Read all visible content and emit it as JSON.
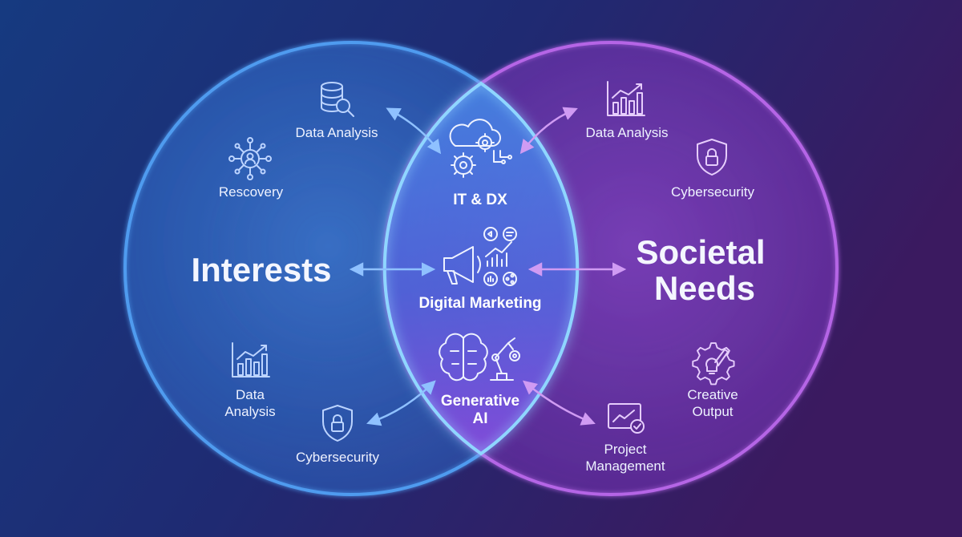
{
  "colors": {
    "left_circle": "#4f9bef",
    "right_circle": "#b565e6",
    "intersection_glow": "#62c6ff",
    "background_left": "#163a80",
    "background_right": "#3b1a60"
  },
  "left_circle": {
    "title": "Interests",
    "items": [
      {
        "label": "Data Analysis",
        "icon": "database-search-icon"
      },
      {
        "label": "Rescovery",
        "icon": "network-user-icon"
      },
      {
        "label_lines": [
          "Data",
          "Analysis"
        ],
        "icon": "bar-chart-icon"
      },
      {
        "label": "Cybersecurity",
        "icon": "shield-lock-icon"
      }
    ]
  },
  "right_circle": {
    "title_lines": [
      "Societal",
      "Needs"
    ],
    "items": [
      {
        "label": "Data Analysis",
        "icon": "bar-chart-icon"
      },
      {
        "label": "Cybersecurity",
        "icon": "shield-lock-icon"
      },
      {
        "label_lines": [
          "Creative",
          "Output"
        ],
        "icon": "gear-brush-icon"
      },
      {
        "label_lines": [
          "Project",
          "Management"
        ],
        "icon": "monitor-check-icon"
      }
    ]
  },
  "intersection": {
    "items": [
      {
        "label": "IT & DX",
        "icon": "cloud-gears-icon"
      },
      {
        "label": "Digital Marketing",
        "icon": "megaphone-analytics-icon"
      },
      {
        "label_lines": [
          "Generative",
          "AI"
        ],
        "icon": "brain-robot-arm-icon"
      }
    ]
  }
}
